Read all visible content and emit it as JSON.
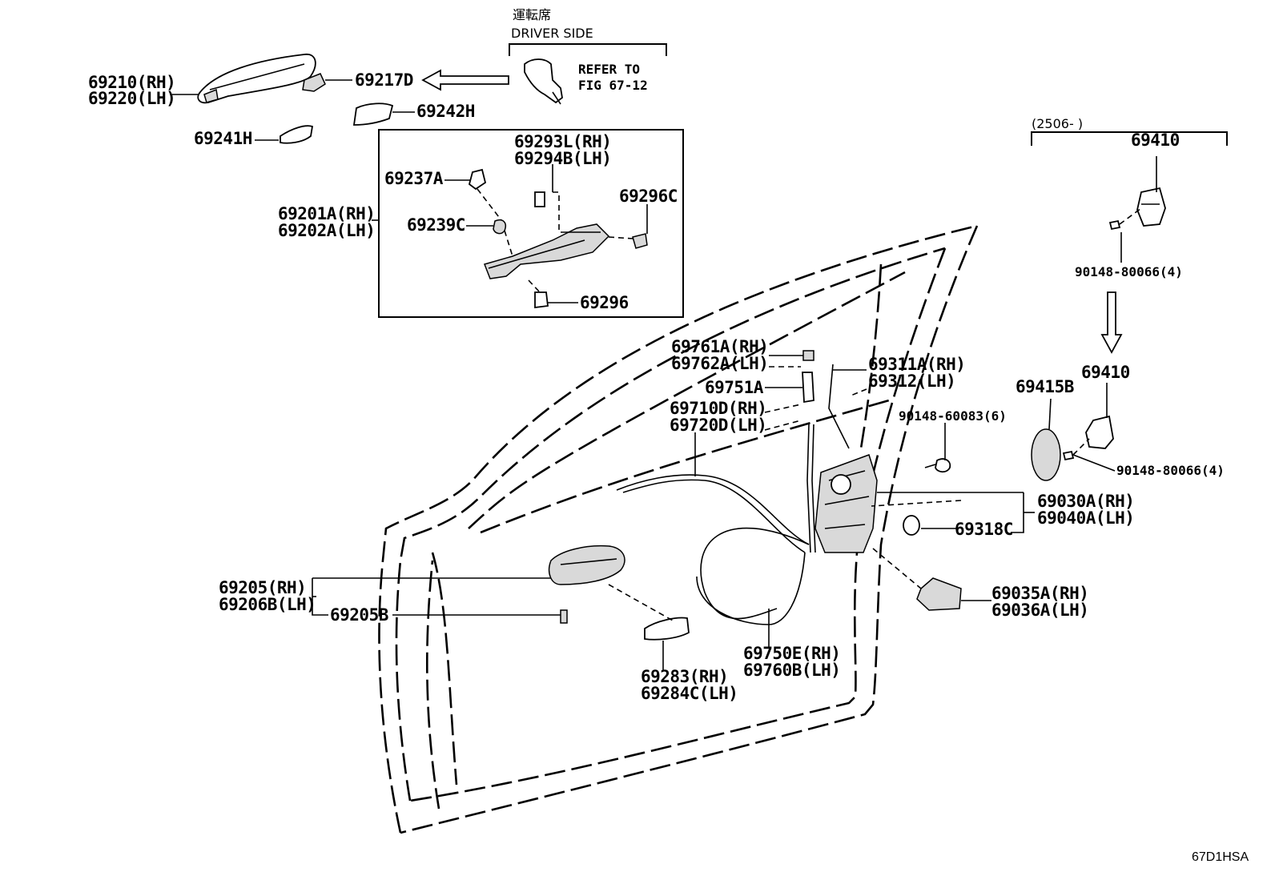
{
  "driver_side": {
    "title_jp": "運転席",
    "title_en": "DRIVER SIDE",
    "refer_line1": "REFER TO",
    "refer_line2": "FIG 67-12"
  },
  "labels": {
    "p69210": "69210(RH)",
    "p69220": "69220(LH)",
    "p69217D": "69217D",
    "p69242H": "69242H",
    "p69241H": "69241H",
    "p69293L": "69293L(RH)",
    "p69294B": "69294B(LH)",
    "p69237A": "69237A",
    "p69296C": "69296C",
    "p69201A": "69201A(RH)",
    "p69202A": "69202A(LH)",
    "p69239C": "69239C",
    "p69296": "69296",
    "p69761A": "69761A(RH)",
    "p69762A": "69762A(LH)",
    "p69751A": "69751A",
    "p69710D": "69710D(RH)",
    "p69720D": "69720D(LH)",
    "p69311A": "69311A(RH)",
    "p69312": "69312(LH)",
    "p90148_60083": "90148-60083(6)",
    "p69030A": "69030A(RH)",
    "p69040A": "69040A(LH)",
    "p69318C": "69318C",
    "p69035A": "69035A(RH)",
    "p69036A": "69036A(LH)",
    "p69205": "69205(RH)",
    "p69206B": "69206B(LH)",
    "p69205B": "69205B",
    "p69283": "69283(RH)",
    "p69284C": "69284C(LH)",
    "p69750E": "69750E(RH)",
    "p69760B": "69760B(LH)",
    "p69410_top": "69410",
    "p90148_80066_top": "90148-80066(4)",
    "p69410_lower": "69410",
    "p69415B": "69415B",
    "p90148_80066_lower": "90148-80066(4)",
    "date_range": "(2506-      )"
  },
  "diagram_id": "67D1HSA"
}
